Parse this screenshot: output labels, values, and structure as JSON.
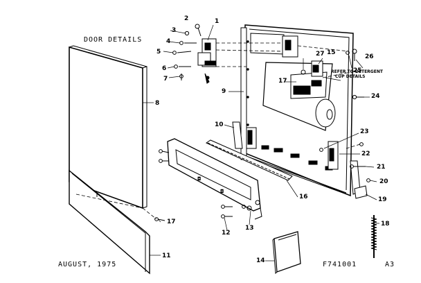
{
  "title": "DOOR DETAILS",
  "date": "AUGUST, 1975",
  "drawing_number": "F741001",
  "sheet": "A3",
  "note": [
    "REFER TO DETERGENT",
    "CUP DETAILS"
  ],
  "labels": {
    "p1": "1",
    "p2": "2",
    "p3": "3",
    "p4": "4",
    "p5": "5",
    "p6": "6",
    "p7": "7",
    "p8": "8",
    "p9": "9",
    "p10": "10",
    "p11": "11",
    "p12": "12",
    "p13": "13",
    "p14": "14",
    "p15": "15",
    "p16": "16",
    "p17": "17",
    "p17b": "17",
    "p18": "18",
    "p19": "19",
    "p20": "20",
    "p21": "21",
    "p22": "22",
    "p23": "23",
    "p24": "24",
    "p25": "25",
    "p26": "26",
    "p27": "27"
  }
}
